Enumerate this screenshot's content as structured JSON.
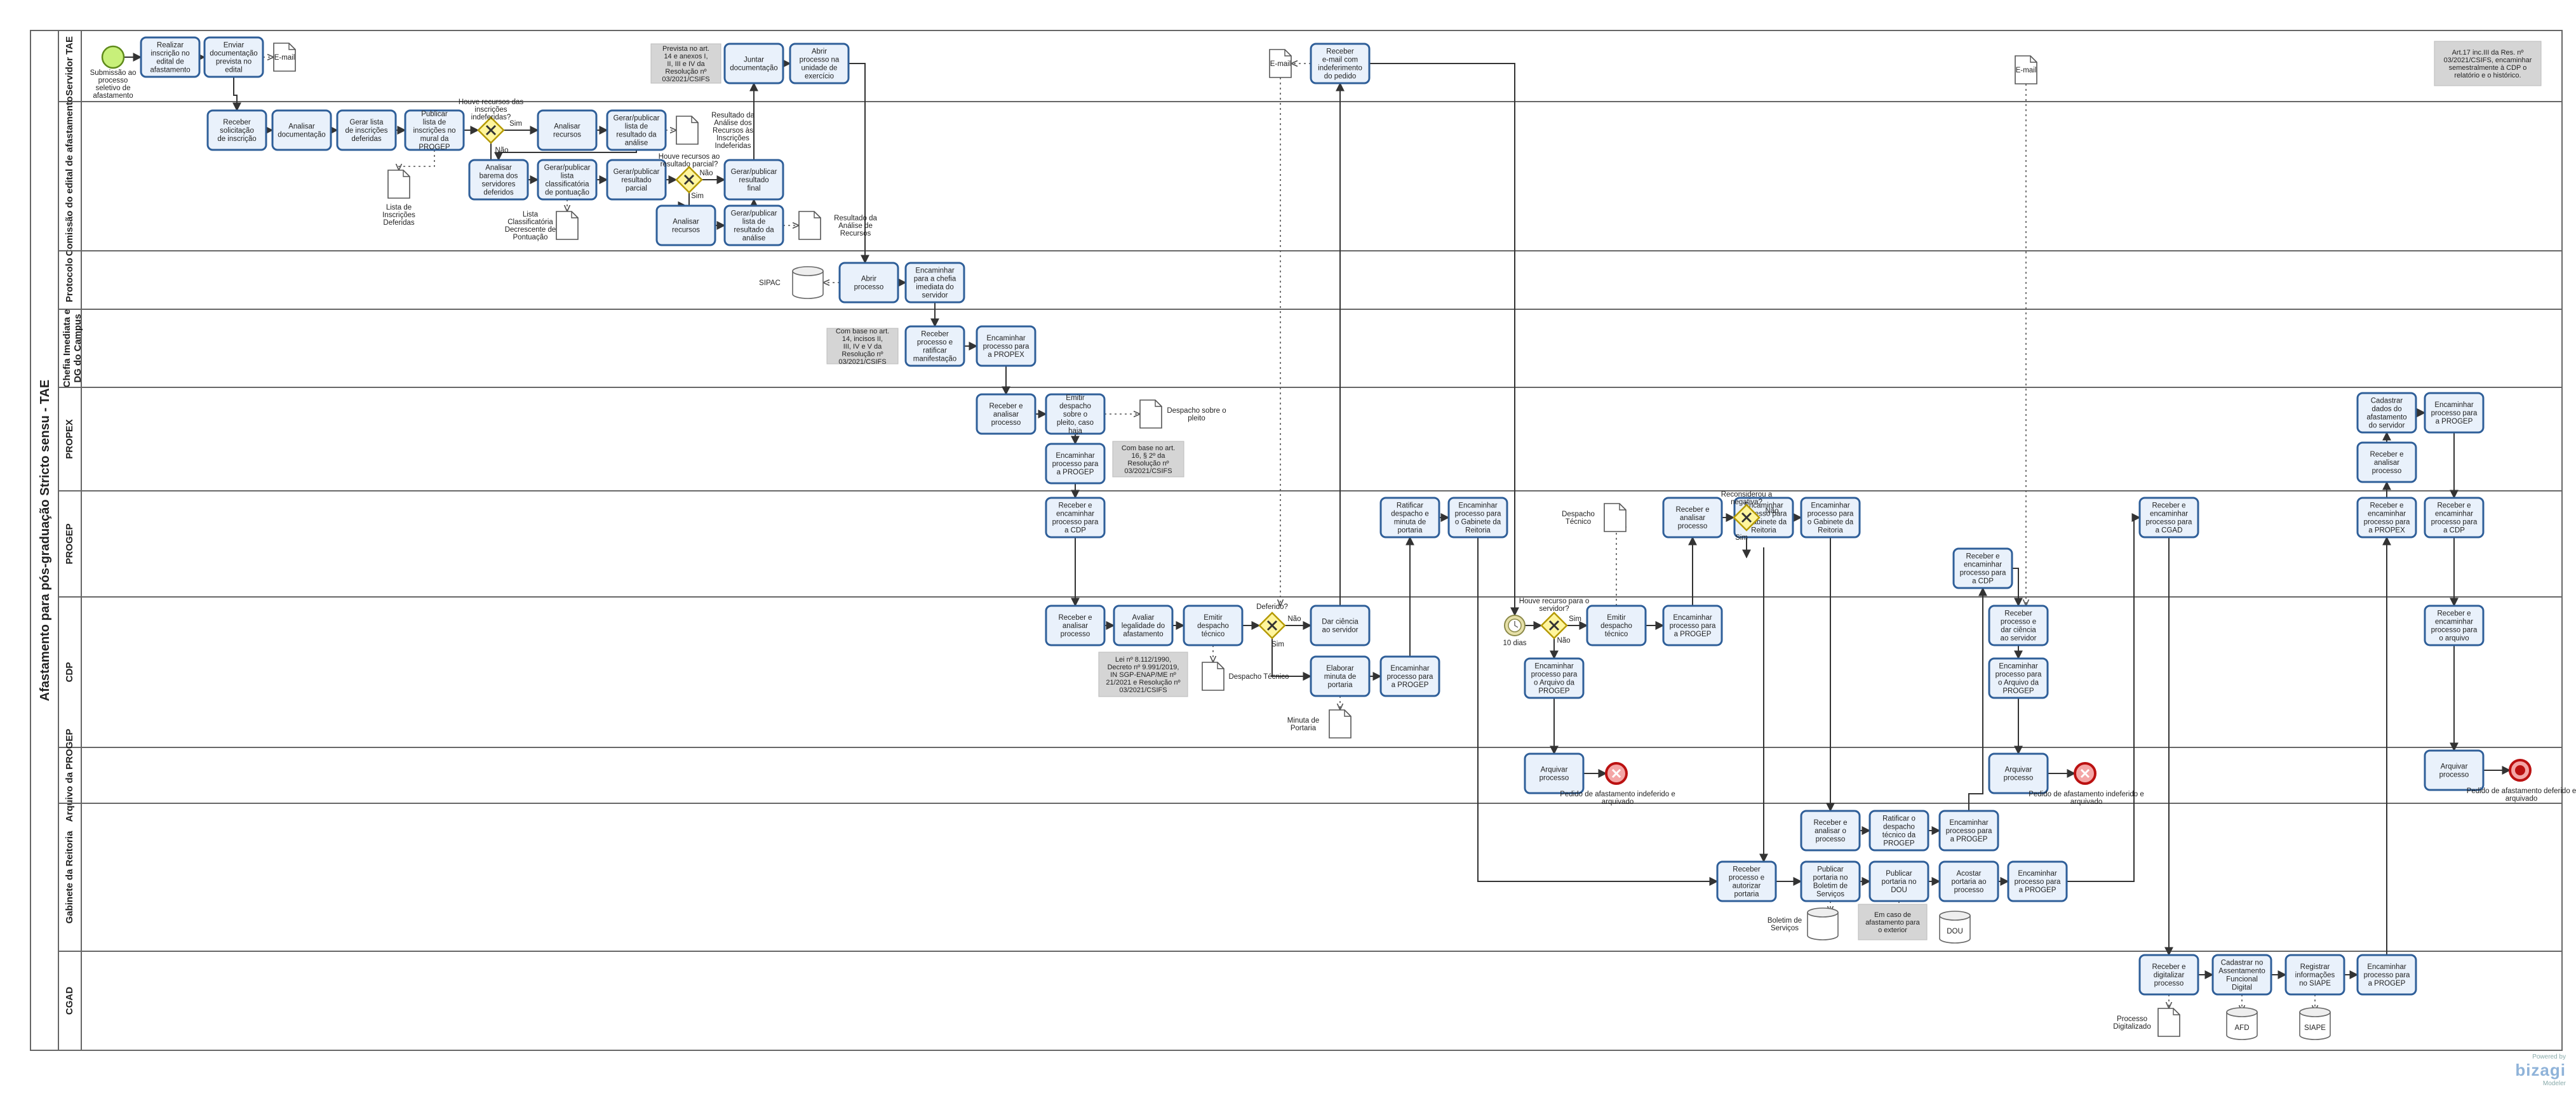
{
  "diagram": {
    "pool_title": "Afastamento para pós-graduação Stricto sensu - TAE",
    "lanes": [
      "Servidor TAE",
      "Comissão do edital de afastamento",
      "Protocolo",
      "Chefia Imediata e DG do Campus",
      "PROPEX",
      "PROGEP",
      "CDP",
      "Arquivo da PROGEP",
      "Gabinete da Reitoria",
      "CGAD"
    ],
    "tasks": [
      "Realizar inscrição no edital de afastamento",
      "Enviar documentação prevista no edital",
      "Juntar documentação",
      "Abrir processo na unidade de exercício",
      "Receber e-mail com indeferimento do pedido",
      "Receber solicitação de inscrição",
      "Analisar documentação",
      "Gerar lista de inscrições deferidas",
      "Publicar lista de inscrições no mural da PROGEP",
      "Analisar recursos",
      "Gerar/publicar lista de resultado da análise",
      "Analisar barema dos servidores deferidos",
      "Gerar/publicar lista classificatória de pontuação",
      "Gerar/publicar resultado parcial",
      "Gerar/publicar resultado final",
      "Analisar recursos",
      "Gerar/publicar lista de resultado da análise",
      "Abrir processo",
      "Encaminhar para a chefia imediata do servidor",
      "Receber processo e ratificar manifestação",
      "Encaminhar processo para a PROPEX",
      "Receber e analisar processo",
      "Emitir despacho sobre o pleito, caso haja",
      "Encaminhar processo para a PROGEP",
      "Receber e encaminhar processo para a CDP",
      "Ratificar despacho e minuta de portaria",
      "Encaminhar processo para o Gabinete da Reitoria",
      "Receber e analisar processo",
      "Encaminhar processo para o Gabinete da Reitoria",
      "Encaminhar processo para o Gabinete da Reitoria",
      "Receber e encaminhar processo para a CDP",
      "Receber e encaminhar processo para a CGAD",
      "Cadastrar dados do afastamento do servidor",
      "Encaminhar processo para a PROGEP",
      "Receber e analisar processo",
      "Receber e encaminhar processo para a PROPEX",
      "Receber e encaminhar processo para a CDP",
      "Receber e analisar processo",
      "Avaliar legalidade do afastamento",
      "Emitir despacho técnico",
      "Dar ciência ao servidor",
      "Elaborar minuta de portaria",
      "Encaminhar processo para a PROGEP",
      "Emitir despacho técnico",
      "Encaminhar processo para a PROGEP",
      "Encaminhar processo para o Arquivo da PROGEP",
      "Receber processo e dar ciência ao servidor",
      "Encaminhar processo para o Arquivo da PROGEP",
      "Receber e encaminhar processo para o arquivo",
      "Arquivar processo",
      "Arquivar processo",
      "Arquivar processo",
      "Receber processo e autorizar portaria",
      "Receber e analisar o processo",
      "Ratificar o despacho técnico da PROGEP",
      "Encaminhar processo para a PROGEP",
      "Publicar portaria no Boletim de Serviços",
      "Publicar portaria no DOU",
      "Acostar portaria ao processo",
      "Encaminhar processo para a PROGEP",
      "Receber e digitalizar processo",
      "Cadastrar no Assentamento Funcional Digital",
      "Registrar informações no SIAPE",
      "Encaminhar processo para a PROGEP"
    ],
    "gateways": [
      "Houve recursos das inscrições indeferidas?",
      "Houve recursos ao resultado parcial?",
      "Deferido?",
      "Houve recurso para o servidor?",
      "Reconsiderou a negativa?"
    ],
    "branch_labels": [
      "Sim",
      "Não"
    ],
    "timer_label": "10 dias",
    "start_label": "Submissão ao processo seletivo de afastamento",
    "end_labels": [
      "Pedido de afastamento indeferido e arquivado",
      "Pedido de afastamento indeferido e arquivado",
      "Pedido de afastamento deferido e arquivado"
    ],
    "data_objects": [
      "E-mail",
      "E-mail",
      "E-mail",
      "Lista de Inscrições Deferidas",
      "Resultado da Análise dos Recursos às Inscrições Indeferidas",
      "Lista Classificatória Decrescente de Pontuação",
      "Resultado da Análise de Recursos",
      "Despacho sobre o pleito",
      "Despacho Técnico",
      "Despacho Técnico",
      "Minuta de Portaria",
      "Processo Digitalizado"
    ],
    "data_stores": [
      "SIPAC",
      "Boletim de Serviços",
      "DOU",
      "AFD",
      "SIAPE"
    ],
    "annotations": [
      "Prevista no art. 14 e anexos I, II, III e IV da Resolução nº 03/2021/CSIFS",
      "Com base no art. 14, incisos II, III, IV e V da Resolução nº 03/2021/CSIFS",
      "Com base no art. 16, § 2º da Resolução nº 03/2021/CSIFS",
      "Lei nº 8.112/1990, Decreto nº 9.991/2019, IN SGP-ENAP/ME nº 21/2021 e Resolução nº 03/2021/CSIFS",
      "Art.17 inc.III da Res. nº 03/2021/CSIFS, encaminhar semestralmente à CDP o relatório e o histórico.",
      "Em caso de afastamento para o exterior"
    ],
    "brand": {
      "powered_by": "Powered by",
      "name": "bizagi",
      "sub": "Modeler"
    }
  }
}
